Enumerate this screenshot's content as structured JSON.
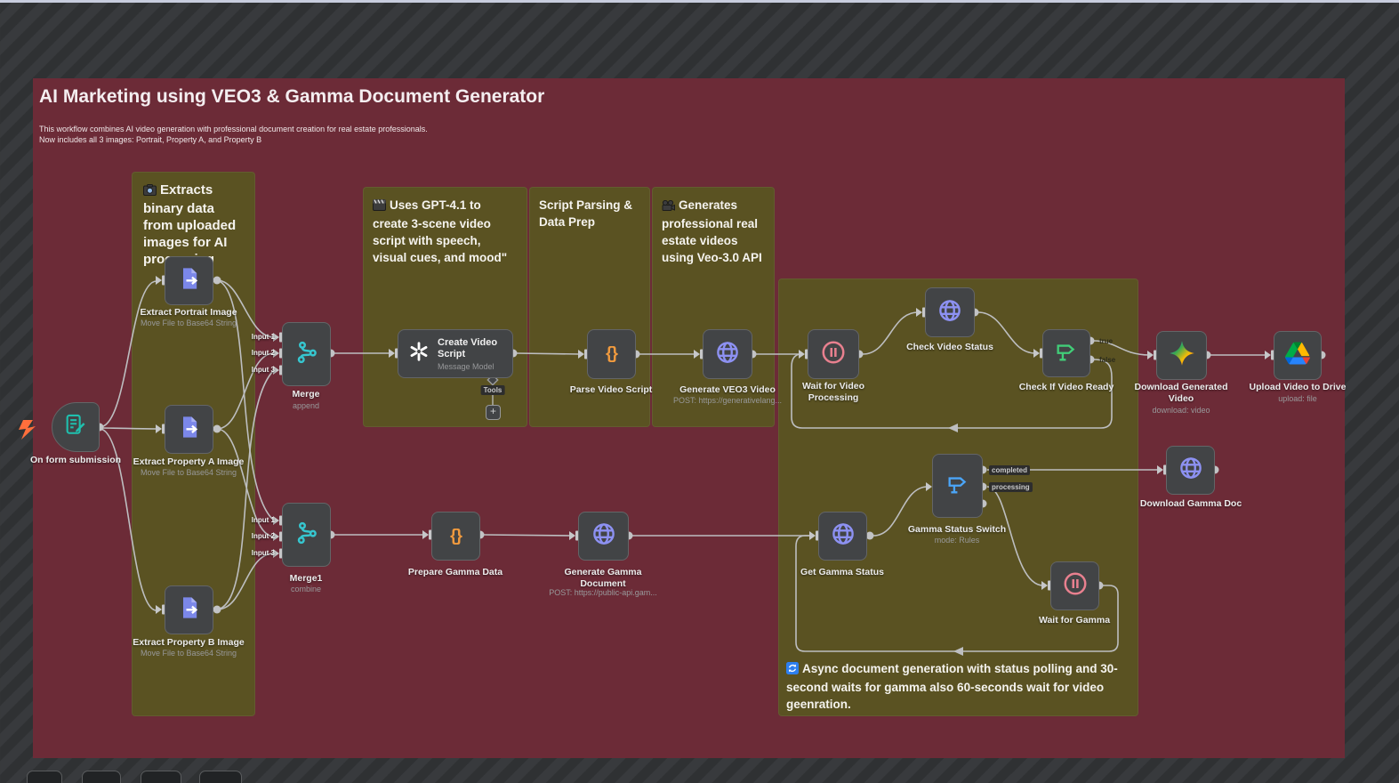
{
  "header": {
    "title": "AI Marketing using VEO3 & Gamma Document Generator",
    "description_line1": "This workflow combines AI video generation with professional document creation for real estate professionals.",
    "description_line2": "Now includes all 3 images: Portrait, Property A, and Property B"
  },
  "sticky_notes": {
    "extract": "Extracts binary data from uploaded images for AI processing",
    "gpt": "Uses GPT-4.1 to create 3-scene video script with speech, visual cues, and mood\"",
    "parsing": "Script Parsing & Data Prep",
    "veo": "Generates professional real estate videos using Veo-3.0 API",
    "async": "Async document generation with status polling and 30-second waits for gamma also 60-seconds wait for video geenration."
  },
  "nodes": {
    "form": {
      "name": "On form submission"
    },
    "extract_portrait": {
      "name": "Extract Portrait Image",
      "subtitle": "Move File to Base64 String"
    },
    "extract_a": {
      "name": "Extract Property A Image",
      "subtitle": "Move File to Base64 String"
    },
    "extract_b": {
      "name": "Extract Property B Image",
      "subtitle": "Move File to Base64 String"
    },
    "merge": {
      "name": "Merge",
      "subtitle": "append"
    },
    "create_script": {
      "name": "Create Video Script",
      "subtitle": "Message Model",
      "attachment": "Tools",
      "add_button": "+"
    },
    "parse_script": {
      "name": "Parse Video Script",
      "icon_glyph": "{}"
    },
    "veo_video": {
      "name": "Generate VEO3 Video",
      "subtitle": "POST: https://generativelang..."
    },
    "wait_video": {
      "name": "Wait for Video Processing"
    },
    "check_status": {
      "name": "Check Video Status"
    },
    "check_ready": {
      "name": "Check If Video Ready",
      "outputs": {
        "true": "true",
        "false": "false"
      }
    },
    "download_video": {
      "name": "Download Generated Video",
      "subtitle": "download: video"
    },
    "upload_drive": {
      "name": "Upload Video to Drive",
      "subtitle": "upload: file"
    },
    "merge1": {
      "name": "Merge1",
      "subtitle": "combine"
    },
    "prepare_gamma": {
      "name": "Prepare Gamma Data",
      "icon_glyph": "{}"
    },
    "generate_gamma": {
      "name": "Generate Gamma Document",
      "subtitle": "POST: https://public-api.gam..."
    },
    "get_gamma_status": {
      "name": "Get Gamma Status"
    },
    "gamma_switch": {
      "name": "Gamma Status Switch",
      "subtitle": "mode: Rules",
      "outputs": {
        "completed": "completed",
        "processing": "processing"
      }
    },
    "wait_gamma": {
      "name": "Wait for Gamma"
    },
    "download_gamma": {
      "name": "Download Gamma Doc"
    }
  },
  "port_labels": {
    "input1": "Input 1",
    "input2": "Input 2",
    "input3": "Input 3"
  },
  "colors": {
    "canvas": "#6c2b37",
    "sticky": "#5a5222",
    "node_bg": "#424446",
    "wire": "#bdbec0",
    "http_purple": "#8d91f2",
    "code_orange": "#f09a3e",
    "merge_teal": "#36c6cf",
    "form_teal": "#1fc0ae",
    "wait_pink": "#e8808f",
    "if_green": "#41cd78",
    "switch_blue": "#4ba5f8",
    "extract_indigo": "#7b87e9"
  }
}
